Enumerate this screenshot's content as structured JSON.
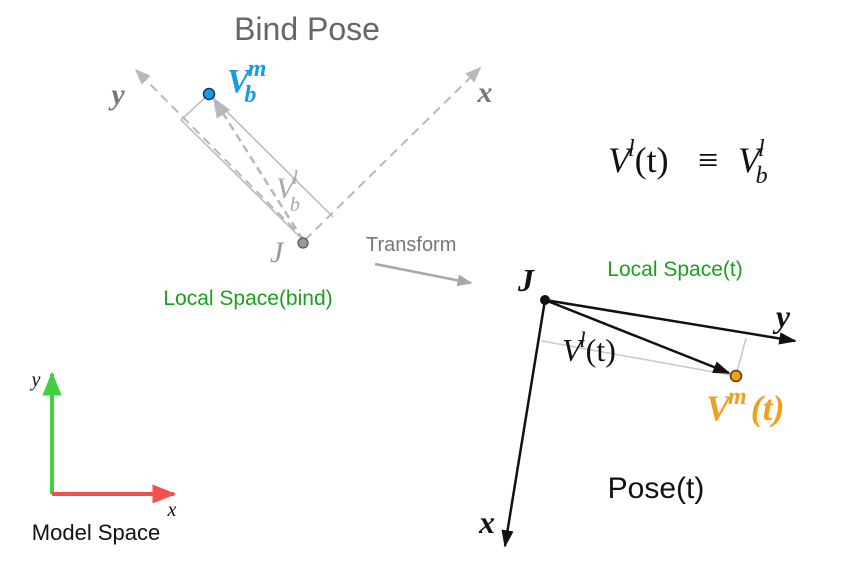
{
  "bind_pose": {
    "title": "Bind Pose",
    "axis_x": "x",
    "axis_y": "y",
    "joint": "J",
    "vertex_base": "V",
    "vertex_sub": "b",
    "vertex_sup": "m",
    "local_vec_base": "V",
    "local_vec_sub": "b",
    "local_vec_sup": "l",
    "space_label": "Local Space(bind)"
  },
  "transform_label": "Transform",
  "equation": {
    "lhs_base": "V",
    "lhs_sup": "l",
    "lhs_arg": "(t)",
    "op": "≡",
    "rhs_base": "V",
    "rhs_sup": "l",
    "rhs_sub": "b"
  },
  "pose_t": {
    "joint": "J",
    "space_label": "Local Space(t)",
    "axis_x": "x",
    "axis_y": "y",
    "local_vec_base": "V",
    "local_vec_sup": "l",
    "local_vec_arg": "(t)",
    "vertex_base": "V",
    "vertex_sup": "m",
    "vertex_arg": "(t)",
    "title": "Pose(t)"
  },
  "model_space": {
    "label": "Model Space",
    "axis_x": "x",
    "axis_y": "y"
  },
  "colors": {
    "blue": "#1a9ae0",
    "orange": "#f0a020",
    "green": "#1aa01a",
    "gray": "#b8b8b8",
    "dark": "#111111",
    "axis_green": "#40d040",
    "axis_red": "#f05050"
  }
}
